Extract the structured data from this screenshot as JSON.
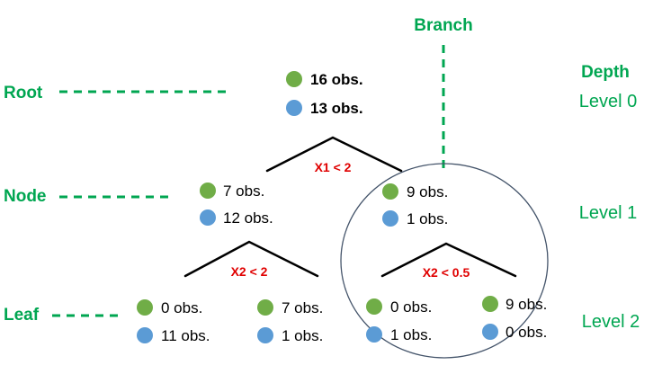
{
  "colors": {
    "green_label": "#00a651",
    "class_green": "#70ad47",
    "class_blue": "#5b9bd5",
    "split_red": "#e00000",
    "dash_green": "#00a651",
    "circle_outline": "#44546a"
  },
  "labels": {
    "branch": "Branch",
    "depth": "Depth",
    "root": "Root",
    "node": "Node",
    "leaf": "Leaf"
  },
  "levels": [
    "Level 0",
    "Level 1",
    "Level 2"
  ],
  "nodes": {
    "root": {
      "green": "16 obs.",
      "blue": "13 obs."
    },
    "left": {
      "green": "7 obs.",
      "blue": "12 obs."
    },
    "right": {
      "green": "9 obs.",
      "blue": "1 obs."
    },
    "leaf1": {
      "green": "0 obs.",
      "blue": "11 obs."
    },
    "leaf2": {
      "green": "7 obs.",
      "blue": "1 obs."
    },
    "leaf3": {
      "green": "0 obs.",
      "blue": "1 obs."
    },
    "leaf4": {
      "green": "9 obs.",
      "blue": "0 obs."
    }
  },
  "splits": {
    "root": "X1 < 2",
    "left": "X2 < 2",
    "right": "X2 < 0.5"
  }
}
